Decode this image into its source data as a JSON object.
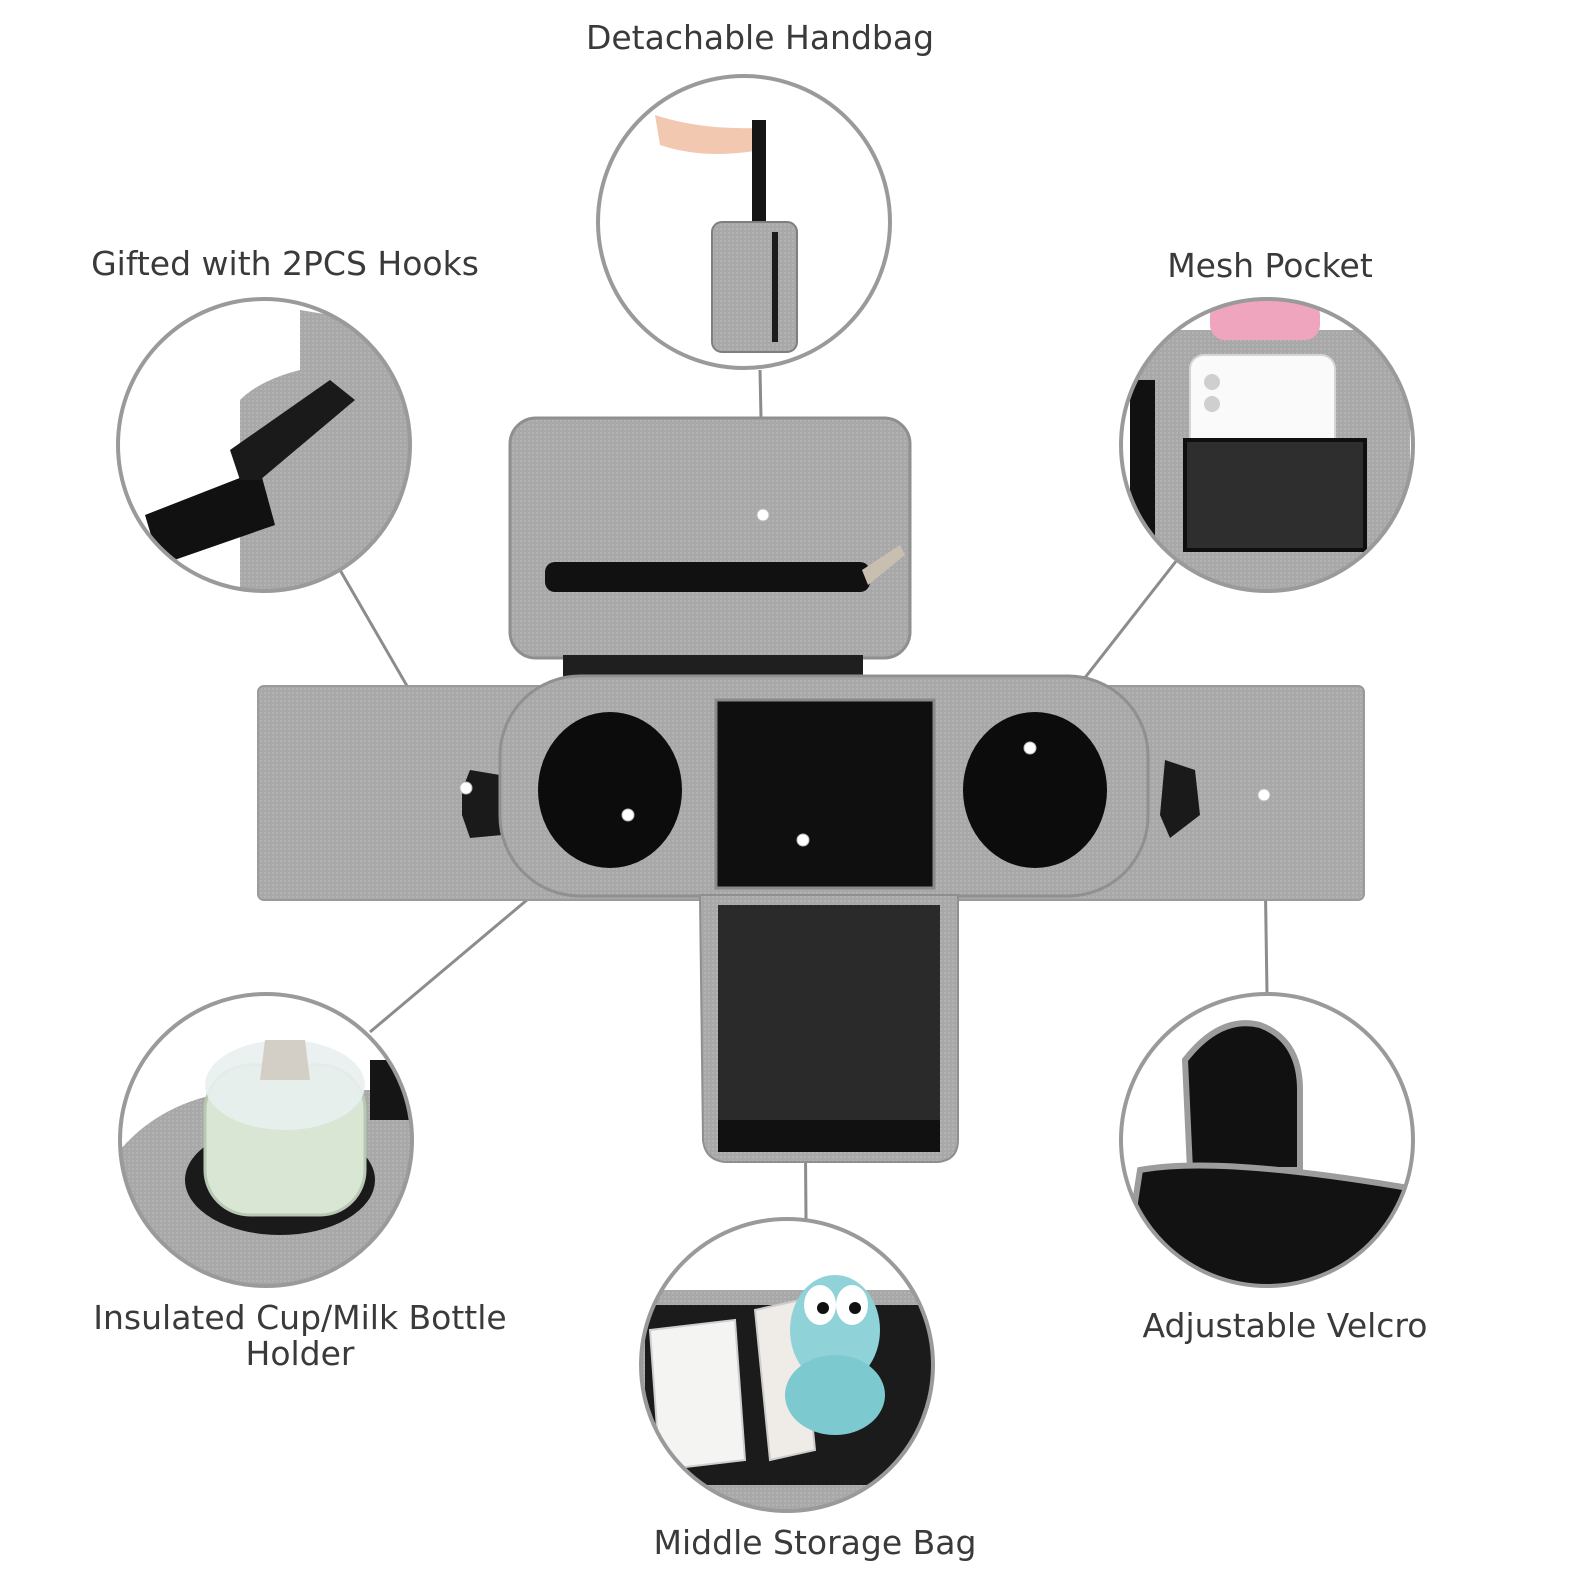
{
  "features": {
    "handbag": "Detachable Handbag",
    "hooks": "Gifted with 2PCS Hooks",
    "mesh": "Mesh Pocket",
    "cup": "Insulated Cup/Milk Bottle Holder",
    "velcro": "Adjustable Velcro",
    "middle": "Middle Storage Bag"
  },
  "colors": {
    "fabric_gray": "#a9a9a9",
    "dark": "#141414",
    "callout_line": "#8c8c8c",
    "label_text": "#3a3a3a"
  }
}
